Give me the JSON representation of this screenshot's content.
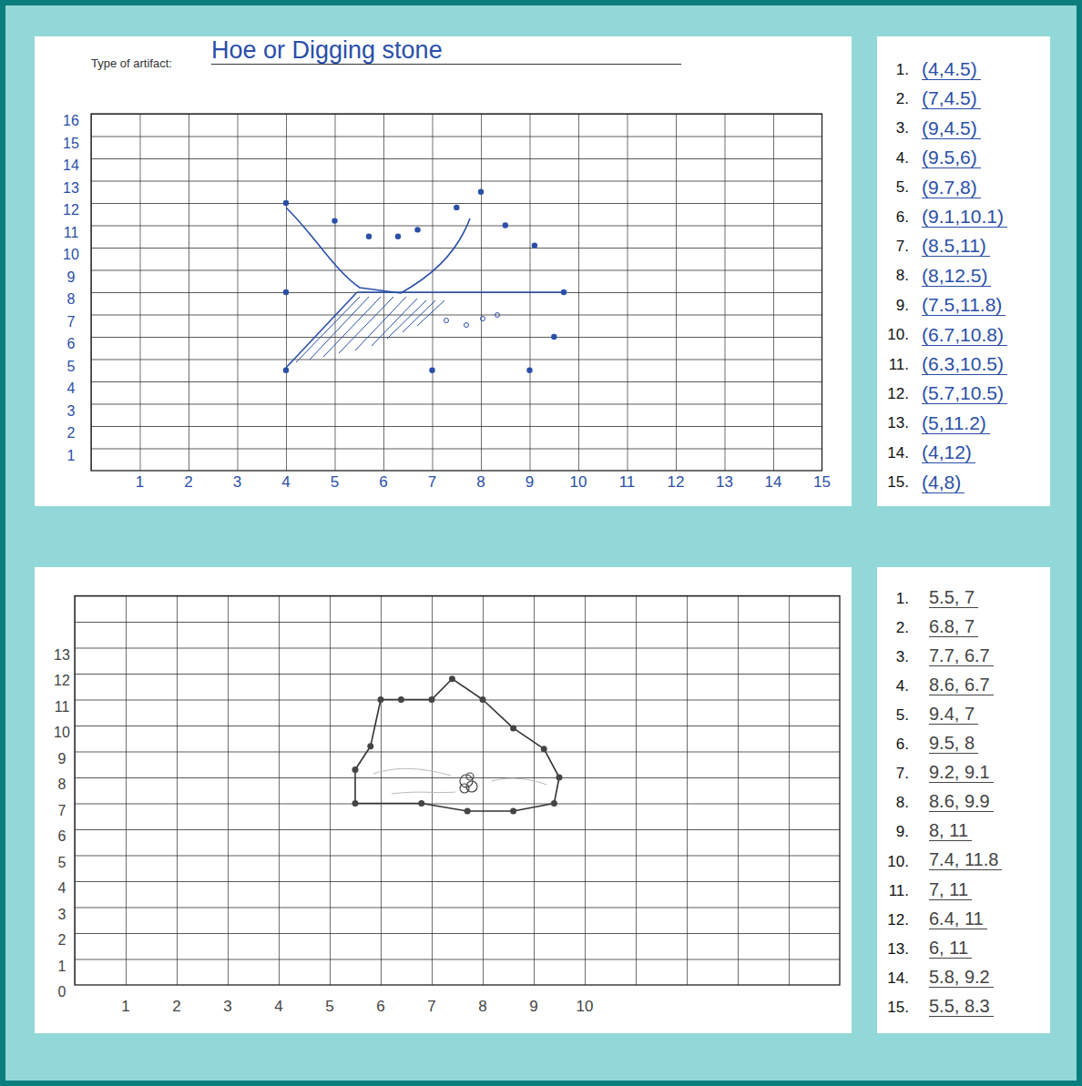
{
  "diagram": {
    "labels": [
      "Type of artifact:",
      "Hoe or Digging stone",
      "16",
      "15",
      "14",
      "13",
      "12",
      "11",
      "10",
      "9",
      "8",
      "7",
      "6",
      "5",
      "4",
      "3",
      "2",
      "1",
      "1",
      "2",
      "3",
      "4",
      "5",
      "6",
      "7",
      "8",
      "9",
      "10",
      "11",
      "12",
      "13",
      "14",
      "15",
      "1.",
      "(4,4.5)",
      "2.",
      "(7,4.5)",
      "3.",
      "(9,4.5)",
      "4.",
      "(9.5,6)",
      "5.",
      "(9.7,8)",
      "6.",
      "(9.1,10.1)",
      "7.",
      "(8.5,11)",
      "8.",
      "(8,12.5)",
      "9.",
      "(7.5,11.8)",
      "10.",
      "(6.7,10.8)",
      "11.",
      "(6.3,10.5)",
      "12.",
      "(5.7,10.5)",
      "13.",
      "(5,11.2)",
      "14.",
      "(4,12)",
      "15.",
      "(4,8)",
      "13",
      "12",
      "11",
      "10",
      "9",
      "8",
      "7",
      "6",
      "5",
      "4",
      "3",
      "2",
      "1",
      "0",
      "1",
      "2",
      "3",
      "4",
      "5",
      "6",
      "7",
      "8",
      "9",
      "10",
      "1.",
      "5.5, 7",
      "2.",
      "6.8, 7",
      "3.",
      "7.7, 6.7",
      "4.",
      "8.6, 6.7",
      "5.",
      "9.4, 7",
      "6.",
      "9.5, 8",
      "7.",
      "9.2, 9.1",
      "8.",
      "8.6, 9.9",
      "9.",
      "8, 11",
      "10.",
      "7.4, 11.8",
      "11.",
      "7, 11",
      "12.",
      "6.4, 11",
      "13.",
      "6, 11",
      "14.",
      "5.8, 9.2",
      "15.",
      "5.5, 8.3"
    ]
  }
}
